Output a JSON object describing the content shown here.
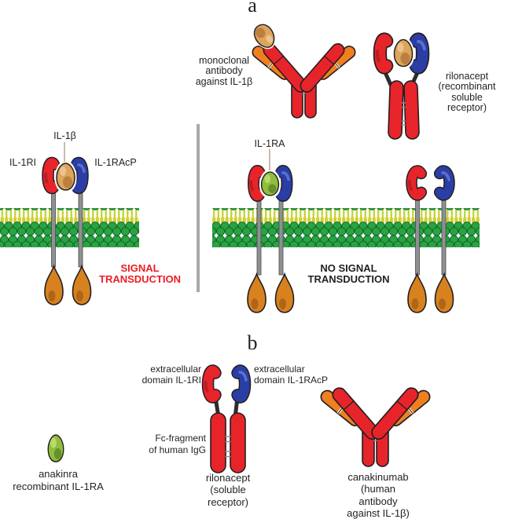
{
  "figure": {
    "panel_a": {
      "label": "a",
      "monoclonal_label": {
        "lines": [
          "monoclonal",
          "antibody",
          "against IL-1β"
        ]
      },
      "rilonacept_label": {
        "lines": [
          "rilonacept",
          "(recombinant",
          "soluble",
          "receptor)"
        ]
      },
      "il1b_label": "IL-1β",
      "il1ri_label": "IL-1RI",
      "il1racp_label": "IL-1RAcP",
      "signal": {
        "lines": [
          "SIGNAL",
          "TRANSDUCTION"
        ]
      },
      "il1ra_label": "IL-1RA",
      "no_signal": {
        "lines": [
          "NO SIGNAL",
          "TRANSDUCTION"
        ]
      }
    },
    "panel_b": {
      "label": "b",
      "extracellular_il1ri": {
        "lines": [
          "extracellular",
          "domain IL-1RI"
        ]
      },
      "extracellular_il1racp": {
        "lines": [
          "extracellular",
          "domain IL-1RAcP"
        ]
      },
      "fc_fragment": {
        "lines": [
          "Fc-fragment",
          "of human IgG"
        ]
      },
      "anakinra_label": {
        "lines": [
          "anakinra",
          "recombinant IL-1RA"
        ]
      },
      "rilonacept_label": {
        "lines": [
          "rilonacept",
          "(soluble",
          "receptor)"
        ]
      },
      "canakinumab_label": {
        "lines": [
          "canakinumab",
          "(human",
          "antibody",
          "against IL-1β)"
        ]
      }
    },
    "colors": {
      "receptor_red": "#e8242b",
      "accessory_blue": "#2b3ea6",
      "il1b_tan": "#dda45c",
      "il1ra_green": "#8fbe3d",
      "membrane_green": "#2aa341",
      "lipid_tail_olive": "#c3d332",
      "intracellular_orange": "#d8821f",
      "antibody_orange": "#f0801f",
      "signal_red": "#ed1c24",
      "text_black": "#231f20",
      "divider_gray": "#a7a9ac"
    }
  }
}
